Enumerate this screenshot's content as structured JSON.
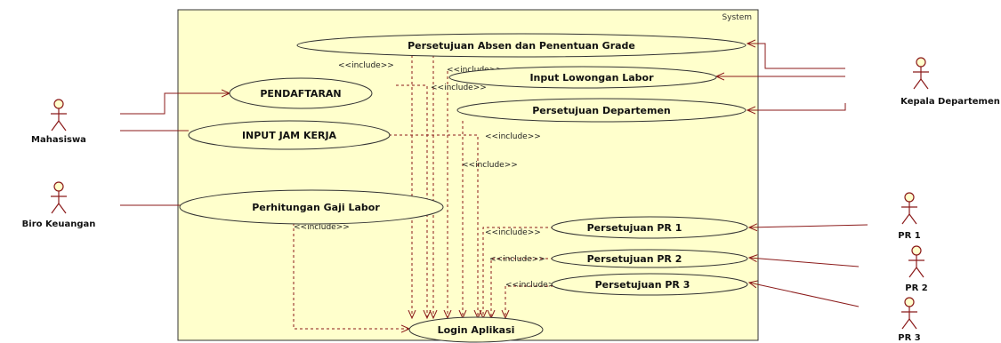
{
  "system": {
    "label": "System"
  },
  "colors": {
    "boundary_fill": "#FFFFCC",
    "usecase_fill": "#FFFFCC",
    "actor_head": "#FFFFCC",
    "assoc_line": "#8B1A1A",
    "include_line": "#8B1A1A",
    "outline": "#333333"
  },
  "actors": [
    {
      "id": "mahasiswa",
      "label": "Mahasiswa"
    },
    {
      "id": "biro",
      "label": "Biro Keuangan"
    },
    {
      "id": "kadep",
      "label": "Kepala Departemen"
    },
    {
      "id": "pr1",
      "label": "PR 1"
    },
    {
      "id": "pr2",
      "label": "PR 2"
    },
    {
      "id": "pr3",
      "label": "PR 3"
    }
  ],
  "use_cases": [
    {
      "id": "absen",
      "label": "Persetujuan Absen dan Penentuan Grade"
    },
    {
      "id": "lowongan",
      "label": "Input Lowongan Labor"
    },
    {
      "id": "pendaftaran",
      "label": "PENDAFTARAN"
    },
    {
      "id": "dept",
      "label": "Persetujuan Departemen"
    },
    {
      "id": "jamkerja",
      "label": "INPUT JAM KERJA"
    },
    {
      "id": "gaji",
      "label": "Perhitungan Gaji Labor"
    },
    {
      "id": "pr1",
      "label": "Persetujuan PR 1"
    },
    {
      "id": "pr2",
      "label": "Persetujuan PR 2"
    },
    {
      "id": "pr3",
      "label": "Persetujuan PR 3"
    },
    {
      "id": "login",
      "label": "Login Aplikasi"
    }
  ],
  "include_labels": [
    "<<include>>",
    "<<include>>",
    "<<include>>",
    "<<include>>",
    "<<include>>",
    "<<include>>",
    "<<include>>",
    "<<include>>",
    "<<include>>"
  ]
}
